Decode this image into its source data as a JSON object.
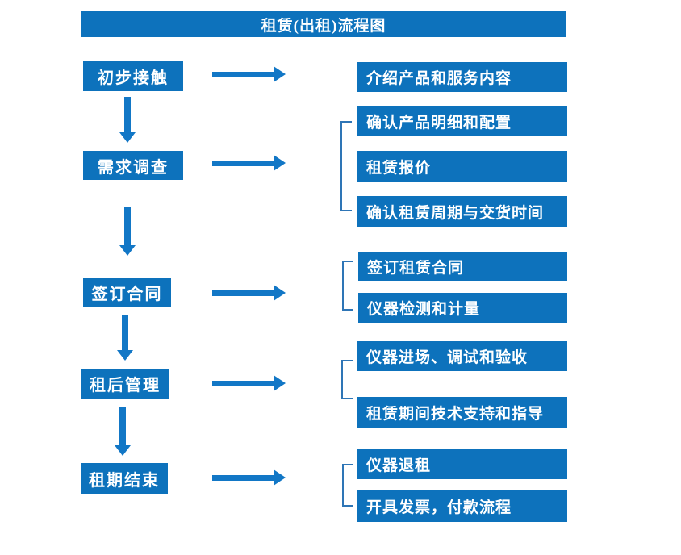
{
  "title": "租赁(出租)流程图",
  "colors": {
    "primary": "#0d72bc",
    "arrow": "#1277c6",
    "bracket": "#2e75b6",
    "text_on_primary": "#ffffff",
    "background": "#ffffff"
  },
  "flow": {
    "steps": [
      {
        "label": "初步接触",
        "details": [
          "介绍产品和服务内容"
        ]
      },
      {
        "label": "需求调查",
        "details": [
          "确认产品明细和配置",
          "租赁报价",
          "确认租赁周期与交货时间"
        ]
      },
      {
        "label": "签订合同",
        "details": [
          "签订租赁合同",
          "仪器检测和计量"
        ]
      },
      {
        "label": "租后管理",
        "details": [
          "仪器进场、调试和验收",
          "租赁期间技术支持和指导"
        ]
      },
      {
        "label": "租期结束",
        "details": [
          "仪器退租",
          "开具发票，付款流程"
        ]
      }
    ]
  }
}
